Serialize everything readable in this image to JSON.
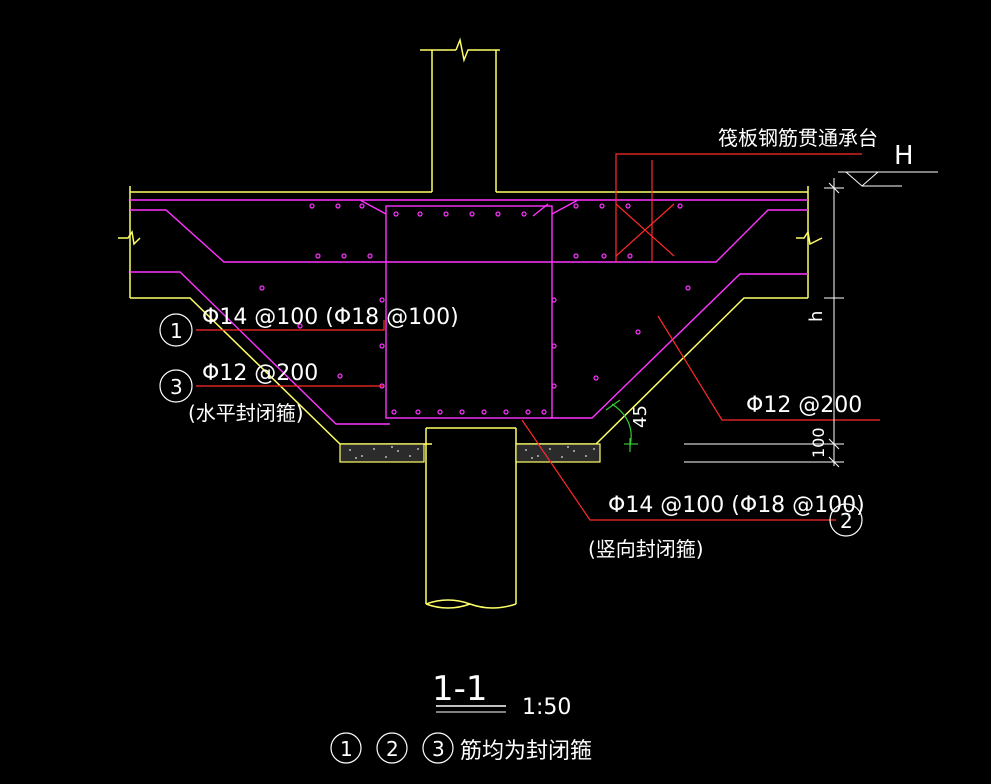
{
  "colors": {
    "background": "#000000",
    "concrete": "#ffff66",
    "rebar": "#ff33ff",
    "leader": "#ff2a2a",
    "dimension": "#ffffff",
    "angle": "#33cc33"
  },
  "labels": {
    "raft_through": "筏板钢筋贯通承台",
    "elevation": "H",
    "height": "h",
    "dim_100": "100",
    "angle_45": "45",
    "rebar_1": "Φ14 @100 (Φ18 @100)",
    "marker_1": "1",
    "rebar_3": "Φ12 @200",
    "rebar_3_note": "(水平封闭箍)",
    "marker_3": "3",
    "rebar_right": "Φ12 @200",
    "rebar_2": "Φ14 @100 (Φ18 @100)",
    "rebar_2_note": "(竖向封闭箍)",
    "marker_2": "2"
  },
  "title_block": {
    "section": "1-1",
    "scale": "1:50",
    "marker_1": "1",
    "marker_2": "2",
    "marker_3": "3",
    "note": "筋均为封闭箍"
  }
}
